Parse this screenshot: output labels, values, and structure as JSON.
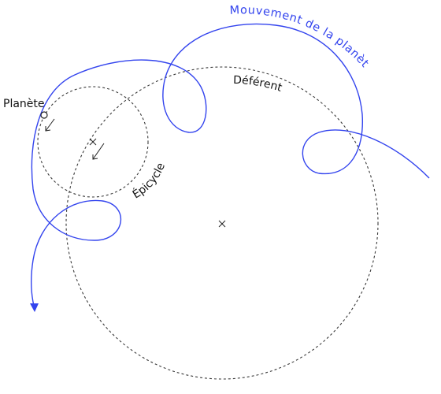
{
  "labels": {
    "planet": "Planète",
    "deferent": "Déférent",
    "epicycle": "Épicycle",
    "motion": "Mouvement de la planète"
  },
  "colors": {
    "motion": "#3344ee",
    "construction": "#333333",
    "text": "#111111"
  },
  "icons": {
    "planet_marker": "circle-outline",
    "center_markers": "x-cross",
    "direction_arrows": "arrow-down-left"
  }
}
